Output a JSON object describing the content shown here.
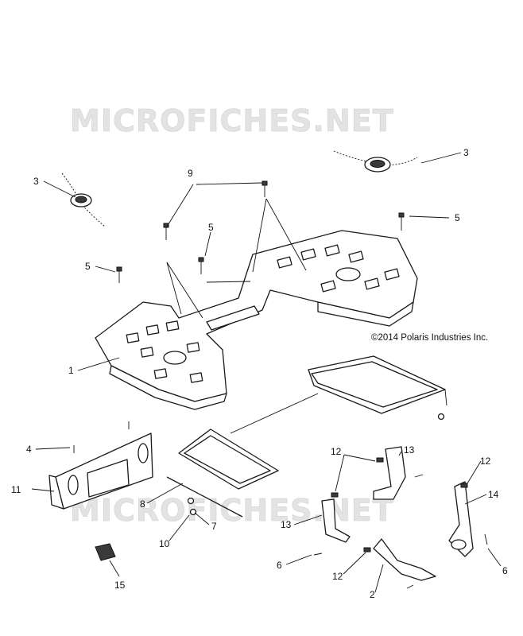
{
  "watermark": "MICROFICHES.NET",
  "copyright": "©2014 Polaris Industries Inc.",
  "callouts": {
    "c1": "1",
    "c2": "2",
    "c3a": "3",
    "c3b": "3",
    "c4": "4",
    "c5a": "5",
    "c5b": "5",
    "c5c": "5",
    "c6a": "6",
    "c6b": "6",
    "c7": "7",
    "c8": "8",
    "c9": "9",
    "c10": "10",
    "c11": "11",
    "c12a": "12",
    "c12b": "12",
    "c12c": "12",
    "c13a": "13",
    "c13b": "13",
    "c14": "14",
    "c15": "15"
  }
}
